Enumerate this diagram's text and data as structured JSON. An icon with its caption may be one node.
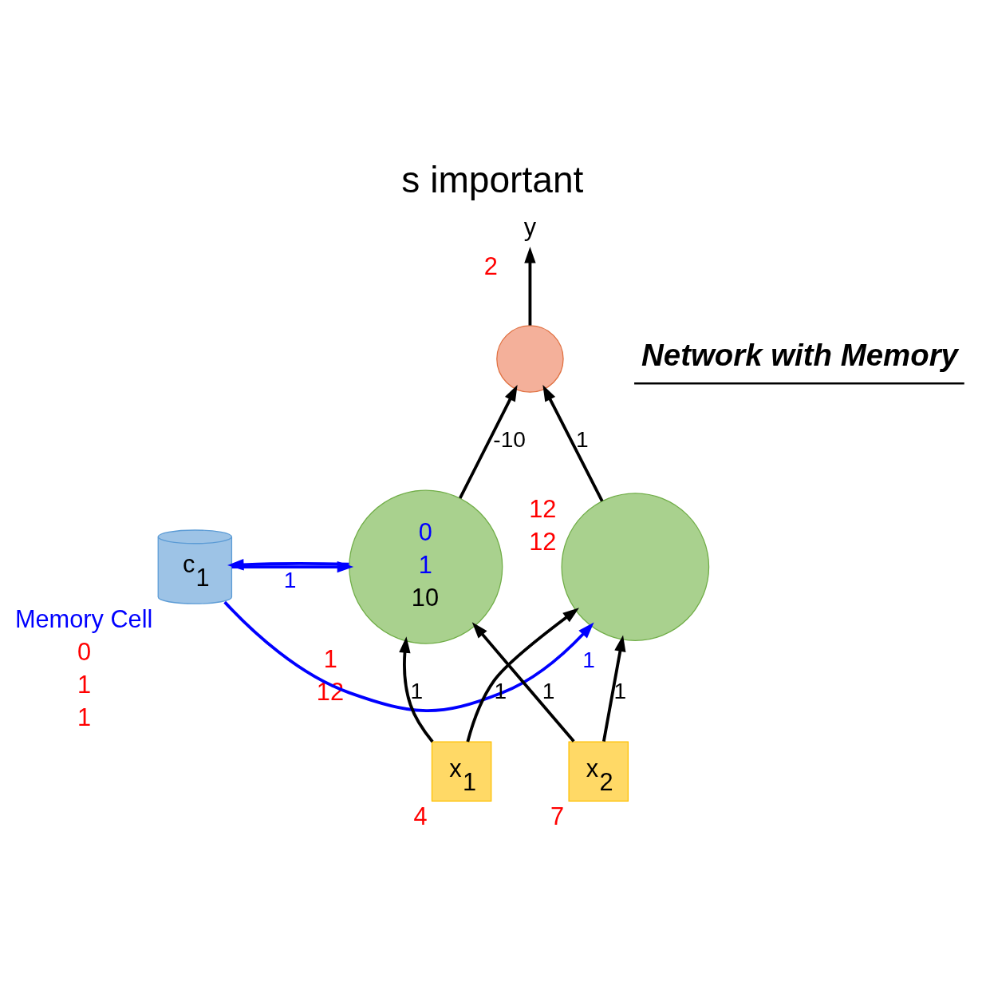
{
  "diagram": {
    "title": "s important",
    "nodes": [
      {
        "text": [],
        "shape": "circle"
      },
      {
        "text": [
          "y"
        ],
        "beside": [
          "2"
        ]
      },
      {
        "text": [
          "0",
          "1",
          "10"
        ],
        "beside": [
          "1",
          "12"
        ]
      },
      {
        "text": [],
        "shape": "circle",
        "beside": [
          "12",
          "12"
        ]
      },
      {
        "text": [
          "c$_{1}$"
        ],
        "beside": [
          "Memory Cell",
          "0",
          "1",
          "1"
        ]
      },
      {
        "text": [
          "x$_{1}$"
        ],
        "beside": [
          "4"
        ]
      },
      {
        "text": [
          "x$_{2}$"
        ],
        "beside": [
          "7"
        ]
      }
    ],
    "edges": [
      {
        "from": 0,
        "to": 1,
        "arrow": "to"
      },
      {
        "from": 2,
        "to": 0,
        "arrow": "to",
        "label": "-10"
      },
      {
        "from": 3,
        "to": 0,
        "arrow": "to",
        "label": "1"
      },
      {
        "from": 2,
        "to": 4,
        "arrow": "to",
        "color": "#0000ff"
      },
      {
        "from": 4,
        "to": 2,
        "arrow": "to",
        "label": "1",
        "color": "#0000ff"
      },
      {
        "from": 4,
        "to": 3,
        "arrow": "to",
        "label": "1",
        "color": "#0000ff"
      },
      {
        "from": 5,
        "to": 2,
        "arrow": "to",
        "label": "1"
      },
      {
        "from": 5,
        "to": 3,
        "arrow": "to",
        "label": "1"
      },
      {
        "from": 6,
        "to": 2,
        "arrow": "to",
        "label": "1"
      },
      {
        "from": 6,
        "to": 3,
        "arrow": "to",
        "label": "1"
      }
    ],
    "labels": [
      "Network with Memory"
    ]
  }
}
